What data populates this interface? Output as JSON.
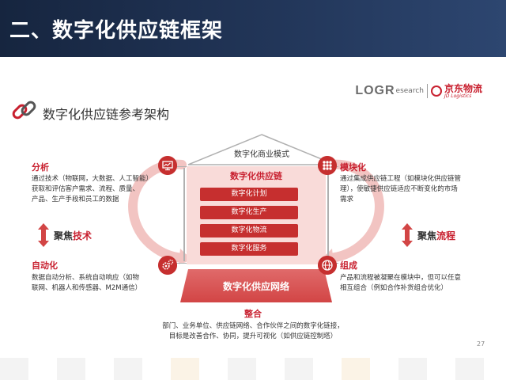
{
  "header": {
    "title": "二、数字化供应链框架"
  },
  "logos": {
    "logr": "LOGR",
    "research": "esearch",
    "jd": "京东物流",
    "jd_sub": "JD Logistics"
  },
  "subtitle": "数字化供应链参考架构",
  "house": {
    "roof_label": "数字化商业模式",
    "core_title": "数字化供应链",
    "core_items": [
      "数字化计划",
      "数字化生产",
      "数字化物流",
      "数字化服务"
    ],
    "base_label": "数字化供应网络"
  },
  "sections": {
    "analysis": {
      "title": "分析",
      "text": [
        "通过技术（物联网，大数据、人工智能）",
        "获取和评估客户需求、流程、质量、",
        "产品、生产手段和员工的数据"
      ]
    },
    "automation": {
      "title": "自动化",
      "text": [
        "数据自动分析、系统自动响应（如物",
        "联网、机器人和传感器、M2M通信）"
      ]
    },
    "modular": {
      "title": "模块化",
      "text": [
        "通过集成供应链工程（如模块化供应链管",
        "理），使敏捷供应链适应不断变化的市场",
        "需求"
      ]
    },
    "compose": {
      "title": "组成",
      "text": [
        "产品和流程被凝聚在模块中，但可以任意",
        "相互组合（例如合作补货组合优化）"
      ]
    }
  },
  "focus_left": {
    "a": "聚焦",
    "b": "技术"
  },
  "focus_right": {
    "a": "聚焦",
    "b": "流程"
  },
  "integrate": {
    "title": "整合",
    "text": [
      "部门、业务单位、供应链网络、合作伙伴之间的数字化链接，",
      "目标是改善合作、协同，提升可视化（如供应链控制塔）"
    ]
  },
  "page_number": "27",
  "colors": {
    "header": "#1e3050",
    "accent": "#c8202f",
    "core_bg": "#f9dbd9"
  }
}
